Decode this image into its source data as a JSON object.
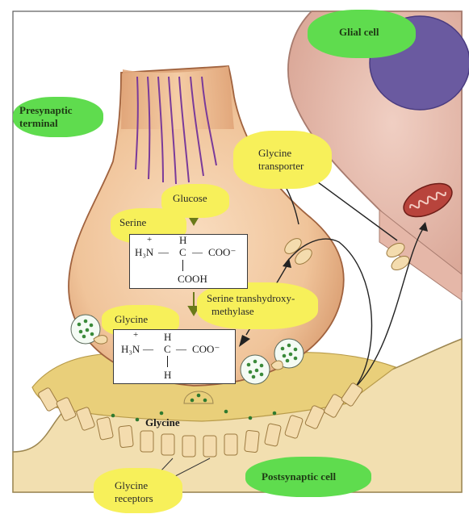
{
  "labels": {
    "glial_cell": "Glial cell",
    "presynaptic": [
      "Presynaptic",
      "terminal"
    ],
    "glycine_transporter": [
      "Glycine",
      "transporter"
    ],
    "glucose": "Glucose",
    "serine": "Serine",
    "serine_enzyme": [
      "Serine transhydroxy-",
      "methylase"
    ],
    "glycine_top": "Glycine",
    "glycine_cleft": "Glycine",
    "glycine_receptors": [
      "Glycine",
      "receptors"
    ],
    "postsynaptic": "Postsynaptic cell"
  },
  "chemistry": {
    "serine_charge": "+",
    "serine_amine": "H₃N",
    "serine_h": "H",
    "serine_c": "C",
    "serine_coo": "COO⁻",
    "serine_cooh": "COOH",
    "glycine_charge": "+",
    "glycine_amine": "H₃N",
    "glycine_h_top": "H",
    "glycine_c": "C",
    "glycine_coo": "COO⁻",
    "glycine_h_bottom": "H"
  },
  "colors": {
    "highlight_yellow": "#f7f05a",
    "highlight_green": "#5fdc4e",
    "presynaptic_fill": "#f0c49a",
    "glial_fill": "#e7bdb0",
    "nucleus_fill": "#6a5aa0",
    "mitochondrion_fill": "#b8443c",
    "cleft_fill": "#e9cf7a",
    "postsynaptic_fill": "#f2dfb0",
    "microtubule": "#7a3a9a"
  }
}
